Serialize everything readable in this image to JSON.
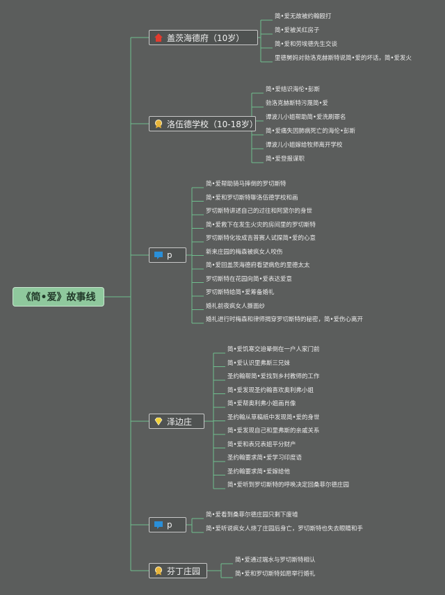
{
  "root": {
    "label": "《简•爱》故事线"
  },
  "branches": [
    {
      "label": "盖茨海德府（10岁）",
      "icon": "house-icon",
      "children": [
        "简•爱无故被约翰殴打",
        "简•爱被关红房子",
        "简•爱和劳埃德先生交谈",
        "里德舅妈对勃洛克赫斯特说简•爱的坏话，简•爱发火"
      ]
    },
    {
      "label": "洛伍德学校（10-18岁）",
      "icon": "medal-icon",
      "children": [
        "简•爱结识海伦•彭斯",
        "勃洛克赫斯特污蔑简•爱",
        "谭波儿小姐帮助简•爱洗刷罪名",
        "简•爱痛失因肺病死亡的海伦•彭斯",
        "谭波儿小姐嫁给牧师离开学校",
        "简•爱登报谋职"
      ]
    },
    {
      "label": "p",
      "icon": "flag-icon",
      "children": [
        "简•爱帮助骑马摔倒的罗切斯特",
        "简•爱和罗切斯特聊洛伍德学校和画",
        "罗切斯特讲述自己的过往和阿黛尔的身世",
        "简•爱救下在发生火灾的房间里的罗切斯特",
        "罗切斯特化妆成吉普赛人试探简•爱的心意",
        "新来庄园的梅森被疯女人咬伤",
        "简•爱回盖茨海德府看望病危的里德太太",
        "罗切斯特在花园向简•爱表达爱意",
        "罗切斯特给简•爱筹备婚礼",
        "婚礼前夜疯女人撕面纱",
        "婚礼进行时梅森和律师揭穿罗切斯特的秘密，简•爱伤心离开"
      ]
    },
    {
      "label": "泽边庄",
      "icon": "diamond-icon",
      "children": [
        "简•爱饥寒交迫晕倒在一户人家门前",
        "简•爱认识里弗斯三兄妹",
        "圣约翰帮简•爱找到乡村教师的工作",
        "简•爱发现圣约翰喜欢奥利弗小姐",
        "简•爱帮奥利弗小姐画肖像",
        "圣约翰从草稿纸中发现简•爱的身世",
        "简•爱发现自己和里弗斯的亲戚关系",
        "简•爱和表兄表姐平分财产",
        "圣约翰要求简•爱学习印度语",
        "圣约翰要求简•爱嫁给他",
        "简•爱听到罗切斯特的呼唤决定回桑菲尔德庄园"
      ]
    },
    {
      "label": "p",
      "icon": "flag-icon",
      "children": [
        "简•爱看到桑菲尔德庄园只剩下废墟",
        "简•爱听说疯女人烧了庄园后身亡，罗切斯特也失去眼睛和手"
      ]
    },
    {
      "label": "芬丁庄园",
      "icon": "medal-icon",
      "children": [
        "简•爱通过端水与罗切斯特相认",
        "简•爱和罗切斯特如愿举行婚礼"
      ]
    }
  ],
  "colors": {
    "line": "#6fbf8e",
    "root_bg": "#8fc89d",
    "background": "#5b5d5c"
  }
}
